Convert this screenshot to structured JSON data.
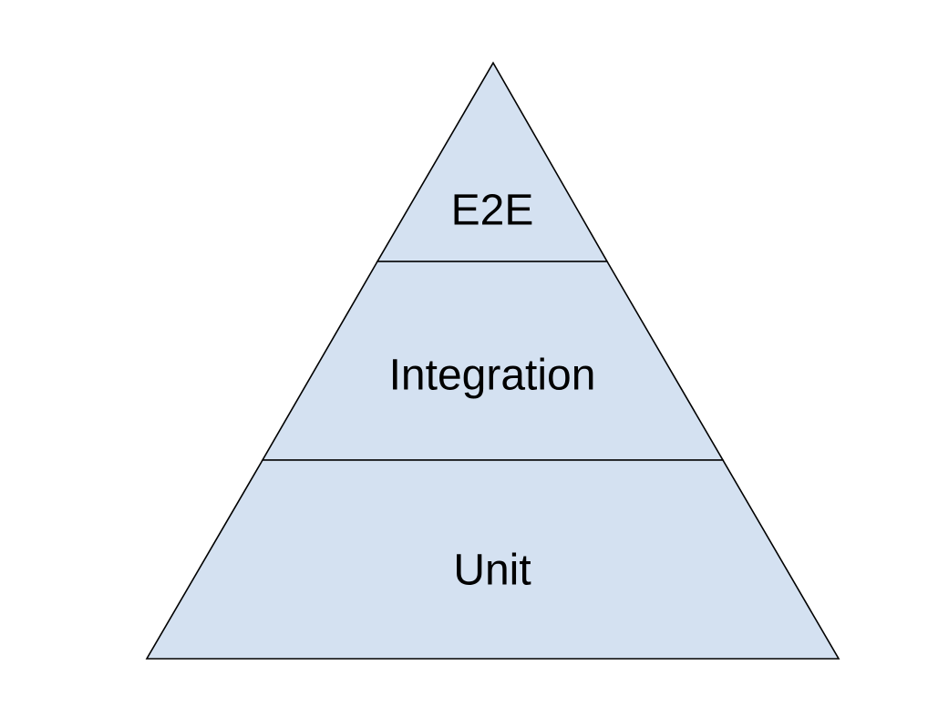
{
  "diagram": {
    "tiers": [
      {
        "label": "E2E"
      },
      {
        "label": "Integration"
      },
      {
        "label": "Unit"
      }
    ],
    "colors": {
      "fill": "#d4e1f1",
      "stroke": "#000000",
      "background": "#ffffff",
      "text": "#000000"
    }
  }
}
